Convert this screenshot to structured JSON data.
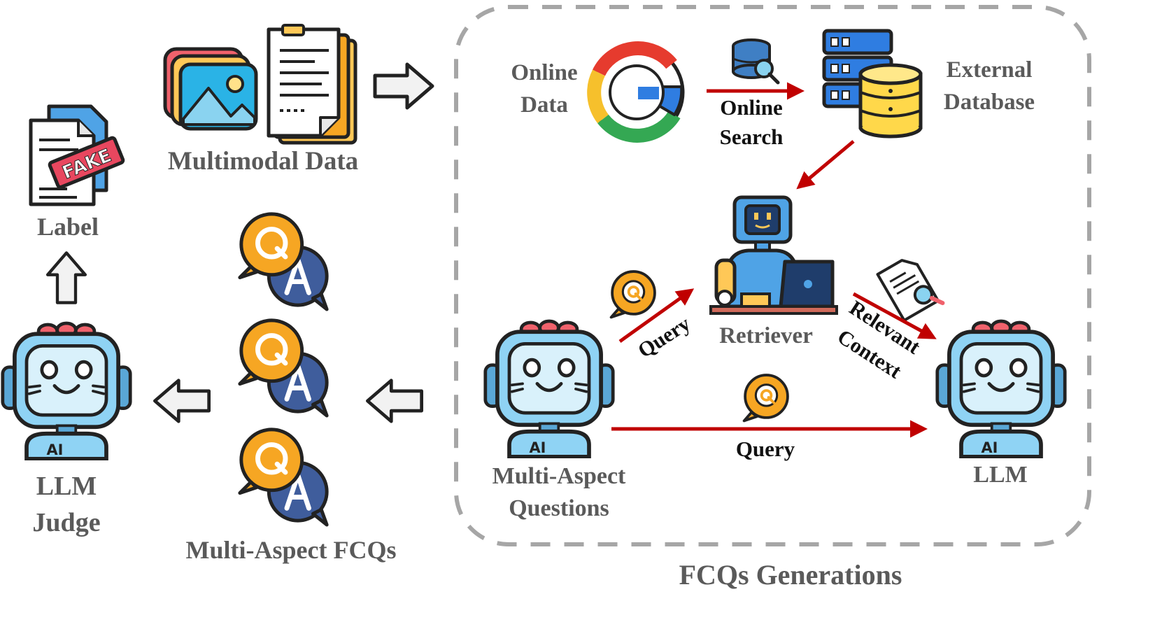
{
  "labels": {
    "label": "Label",
    "multimodal_data": "Multimodal Data",
    "fake_stamp": "FAKE",
    "llm_judge_line1": "LLM",
    "llm_judge_line2": "Judge",
    "multi_aspect_fcqs": "Multi-Aspect FCQs",
    "online_data_line1": "Online",
    "online_data_line2": "Data",
    "online_search_line1": "Online",
    "online_search_line2": "Search",
    "external_db_line1": "External",
    "external_db_line2": "Database",
    "retriever": "Retriever",
    "query_diag": "Query",
    "query_bottom": "Query",
    "relevant": "Relevant",
    "context": "Context",
    "maq_line1": "Multi-Aspect",
    "maq_line2": "Questions",
    "llm": "LLM",
    "fcqs_generations": "FCQs Generations",
    "robot_badge": "AI",
    "qa_q": "Q",
    "qa_a": "A"
  },
  "colors": {
    "arrow_red": "#c00000",
    "box_dash": "#a6a6a6",
    "label_gray": "#5a5a5a",
    "label_dark": "#111111",
    "robot_blue": "#8fd3f4",
    "robot_screen": "#d9f1fb",
    "q_bubble": "#f6a623",
    "a_bubble": "#3f5d9c",
    "fake_red": "#e8475f"
  }
}
